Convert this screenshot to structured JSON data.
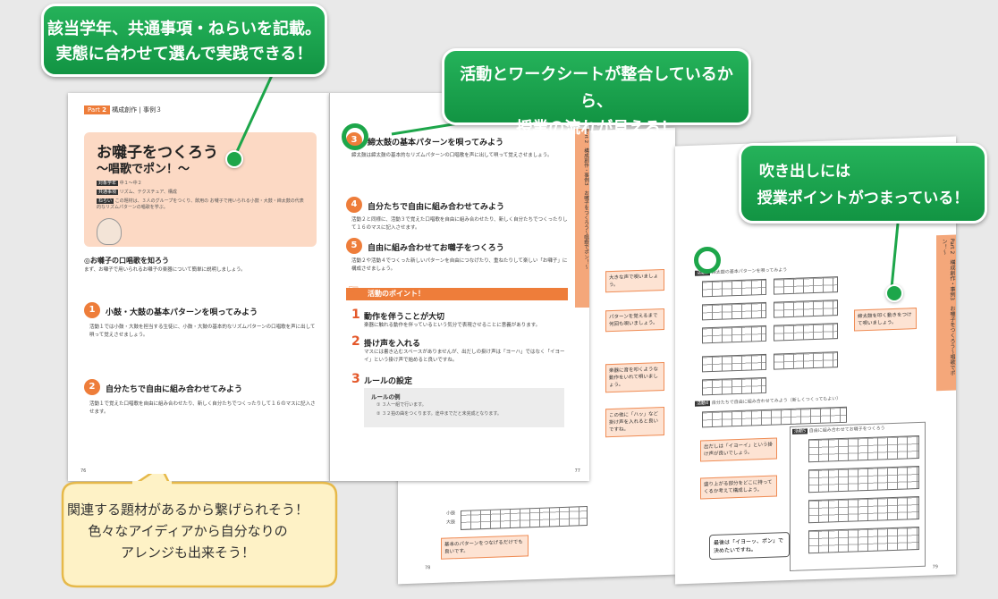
{
  "callouts": {
    "top_left": {
      "line1": "該当学年、共通事項・ねらいを記載。",
      "line2": "実態に合わせて選んで実践できる！"
    },
    "top_center": {
      "line1": "活動とワークシートが整合しているから、",
      "line2": "授業の流れが見える！"
    },
    "right": {
      "line1": "吹き出しには",
      "line2": "授業ポイントがつまっている！"
    },
    "bubble": {
      "line1": "関連する題材があるから繋げられそう！",
      "line2": "色々なアイディアから自分なりの",
      "line3": "アレンジも出来そう！"
    }
  },
  "page76": {
    "part_label": "Part",
    "part_num": "2",
    "section": "構成創作",
    "example": "事例３",
    "title": "お囃子をつくろう",
    "subtitle": "〜唱歌でポン！〜",
    "meta": [
      {
        "tag": "対象学年",
        "value": "中１〜中２"
      },
      {
        "tag": "共通事項",
        "value": "リズム、テクスチュア、構成"
      },
      {
        "tag": "ねらい",
        "value": "この題材は、３人のグループをつくり、飲用の お囃子で用いられる小鼓・大鼓・締太鼓の代表的なリズムパターンの唱歌を学ぶ。"
      }
    ],
    "intro_heading": "◎お囃子の口唱歌を知ろう",
    "intro_text": "まず、お囃子で用いられるお囃子の楽器について簡単に説明しましょう。",
    "step1_title": "小鼓・大鼓の基本パターンを唄ってみよう",
    "step1_text": "活動１では小鼓・大鼓を担当する生徒に、小鼓・大鼓の基本的なリズムパターンの口唱歌を声に出して唄って覚えさせましょう。",
    "step2_title": "自分たちで自由に組み合わせてみよう",
    "step2_text": "活動１で覚えた口唱歌を自由に組み合わせたり、新しく自分たちでつくったりして１６のマスに記入させます。",
    "page_num": "76"
  },
  "page77": {
    "step3_title": "締太鼓の基本パターンを唄ってみよう",
    "step3_text": "締太鼓は締太鼓の基本的なリズムパターンの口唱歌を声に出して唄って覚えさせましょう。",
    "step4_title": "自分たちで自由に組み合わせてみよう",
    "step4_text": "活動２と同様に、活動３で覚えた口唱歌を自由に組み合わせたり、新しく自分たちでつくったりして１６のマスに記入させます。",
    "step5_title": "自由に組み合わせてお囃子をつくろう",
    "step5_text": "活動２や活動４でつくった新しいパターンを自由につなげたり、重ねたりして楽しい「お囃子」に構成させましょう。",
    "points_title": "活動のポイント！",
    "points": [
      {
        "num": "1",
        "title": "動作を伴うことが大切",
        "text": "楽器に触れる動作を伴っているという気分で表現させることに意義があります。"
      },
      {
        "num": "2",
        "title": "掛け声を入れる",
        "text": "マスには書き込むスペースがありませんが、出だしの掛け声は「ヨーハ」ではなく「イヨーイ」という掛け声で始めると良いですね。"
      },
      {
        "num": "3",
        "title": "ルールの設定",
        "text": ""
      }
    ],
    "rule_title": "ルールの例",
    "rules": [
      "① ３人一組で行います。",
      "② ３２拍の曲をつくります。途中までだと未完成となります。"
    ],
    "side_tab": "Part 2　構成創作・事例3　お囃子をつくろう〜唱歌でポン！〜",
    "page_num": "77"
  },
  "page78": {
    "memos": [
      "大きな声で唄いましょう。",
      "パターンを覚えるまで何回も唄いましょう。",
      "楽器に音を叩くような動作をいれて唄いましょう。",
      "この他に「ハッ」など掛け声を入れると良いですね。",
      "基本のパターンをつなげるだけでも良いです。"
    ],
    "row_labels": [
      "小鼓",
      "大鼓"
    ],
    "page_num": "78"
  },
  "page79": {
    "sheet1_title": "締太鼓の基本パターンを唄ってみよう",
    "sheet2_title": "自分たちで自由に組み合わせてみよう（新しくつくってもよい）",
    "sheet3_title": "自由に組み合わせてお囃子をつくろう",
    "sheet1_tag": "活動3",
    "sheet2_tag": "活動4",
    "sheet3_tag": "活動5",
    "memos": [
      "締太鼓を叩く動きをつけて唄いましょう。",
      "出だしは「イヨーイ」という掛け声が良いでしょう。",
      "盛り上がる部分をどこに持ってくるか考えて構成しよう。"
    ],
    "ending_note": "最後は「イヨーッ、ポン」で決めたいですね。",
    "side_tab": "Part 2　構成創作・事例3　お囃子をつくろう〜唱歌でポン！〜",
    "page_num": "79"
  },
  "colors": {
    "green": "#1da64a",
    "orange": "#ee7d3a",
    "pink": "#fbd9c6"
  }
}
